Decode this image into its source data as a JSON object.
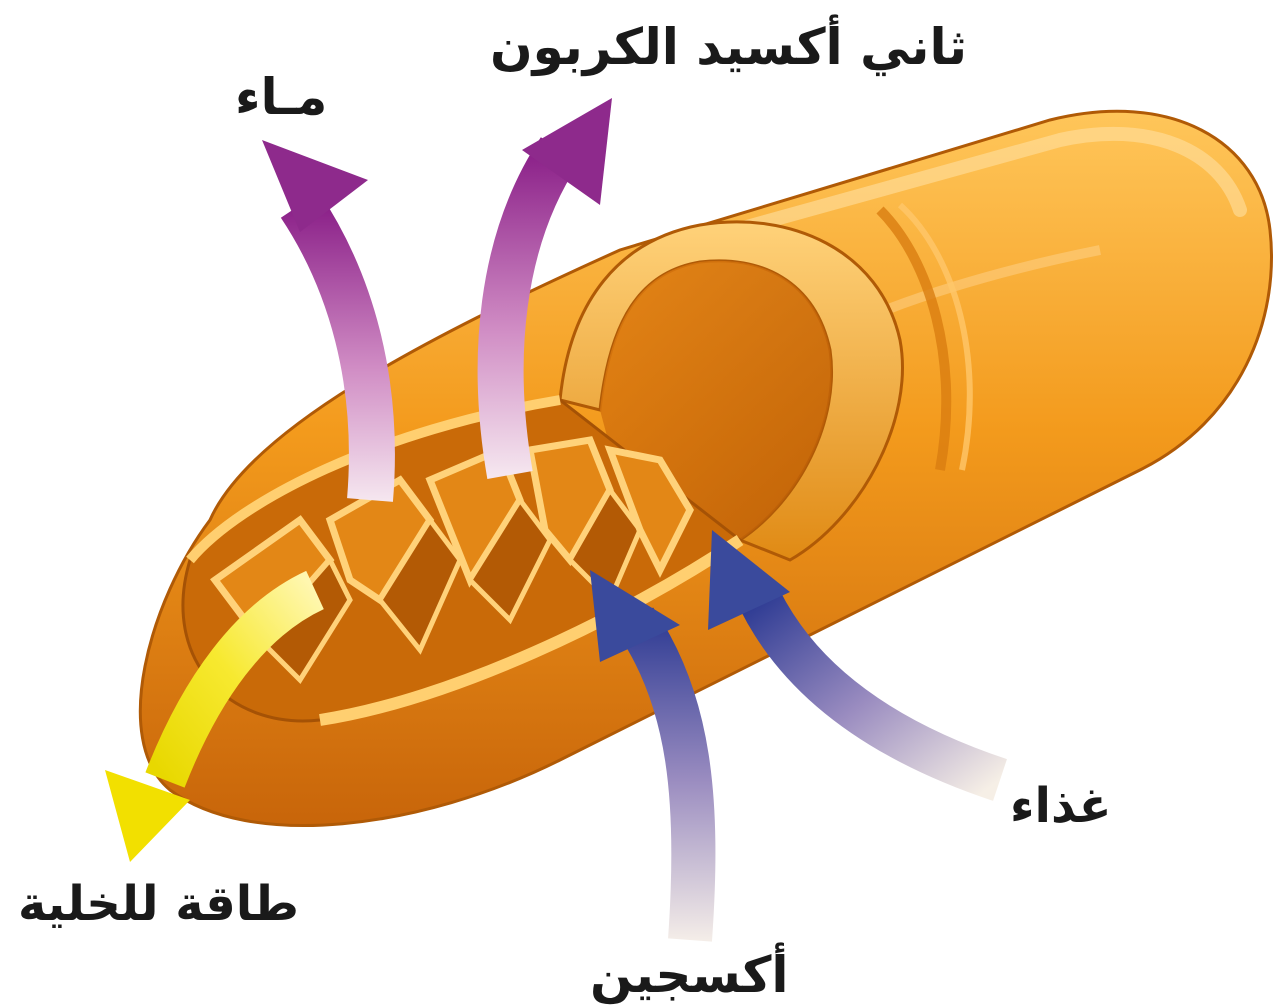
{
  "labels": {
    "carbon_dioxide": "ثاني أكسيد الكربون",
    "water": "مـاء",
    "food": "غذاء",
    "energy": "طاقة للخلية",
    "oxygen": "أكسجين"
  },
  "colors": {
    "organelle": "#f0a020",
    "outputs_arrow": "#8e2a8c",
    "inputs_arrow": "#3a4a9c",
    "energy_arrow": "#f2e000"
  },
  "icons": {
    "organelle": "mitochondrion-cutaway-icon"
  }
}
